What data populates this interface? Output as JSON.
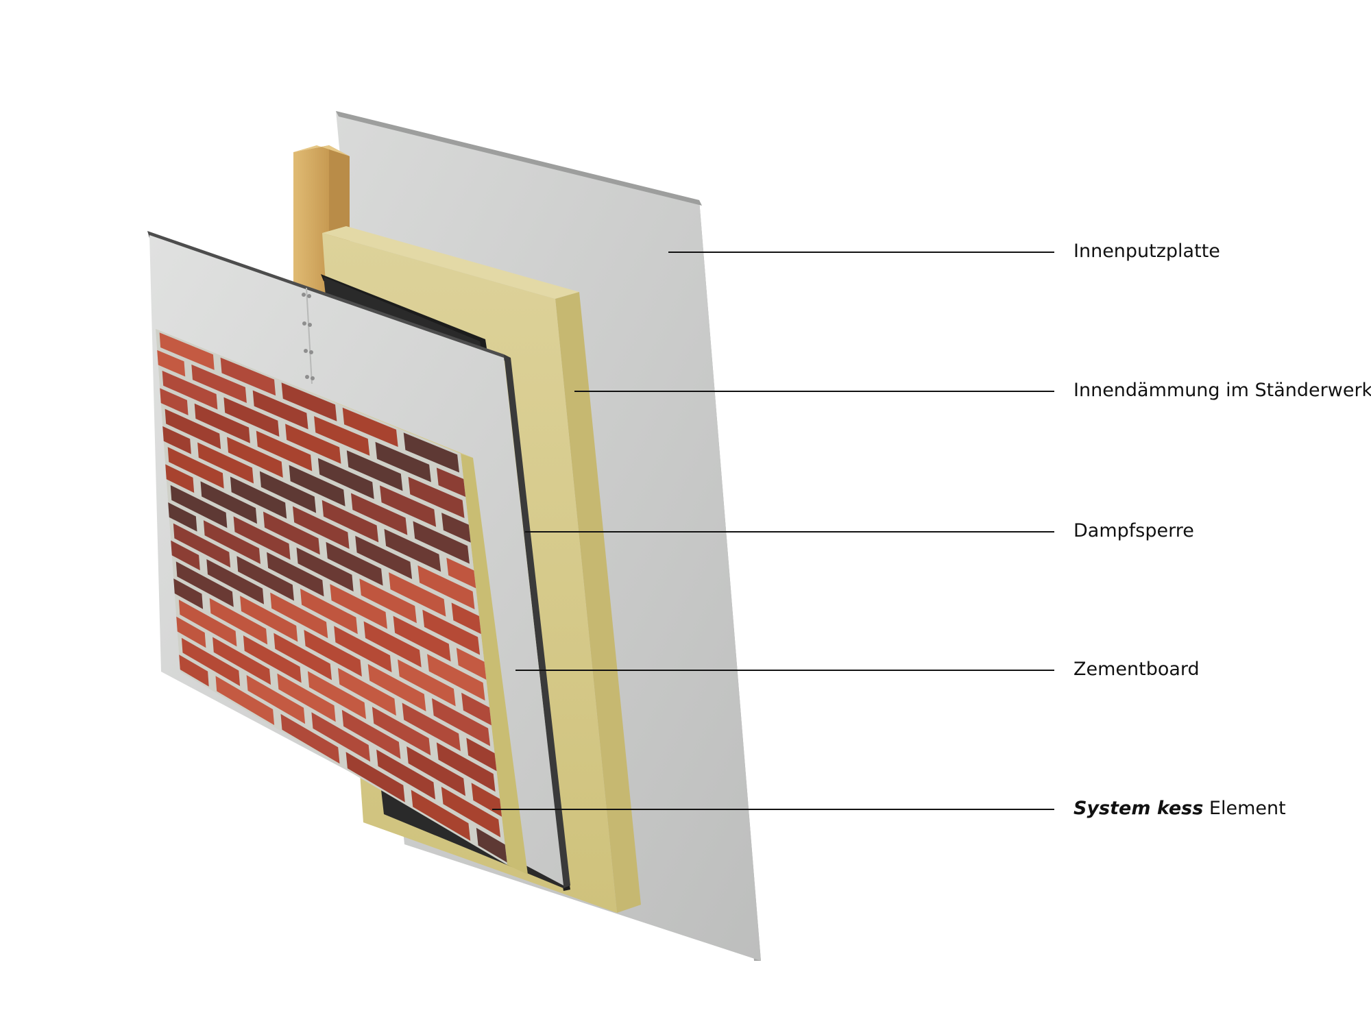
{
  "labels": {
    "innenputzplatte": "Innenputzplatte",
    "innendaemmung": "Innendämmung im Ständerwerk",
    "dampfsperre": "Dampfsperre",
    "zementboard": "Zementboard",
    "system_kess_emphasis": "System kess",
    "system_kess_rest": " Element"
  },
  "colors": {
    "interior_board": "#c9cac9",
    "insulation": "#d8cc88",
    "vapor_barrier": "#1c1c1c",
    "cement_board": "#d2d3d2",
    "timber": "#d6b06a",
    "brick": "#b24a36",
    "brick_dark": "#6a3a34",
    "mortar": "#cfd0c8",
    "leader_line": "#111111"
  }
}
